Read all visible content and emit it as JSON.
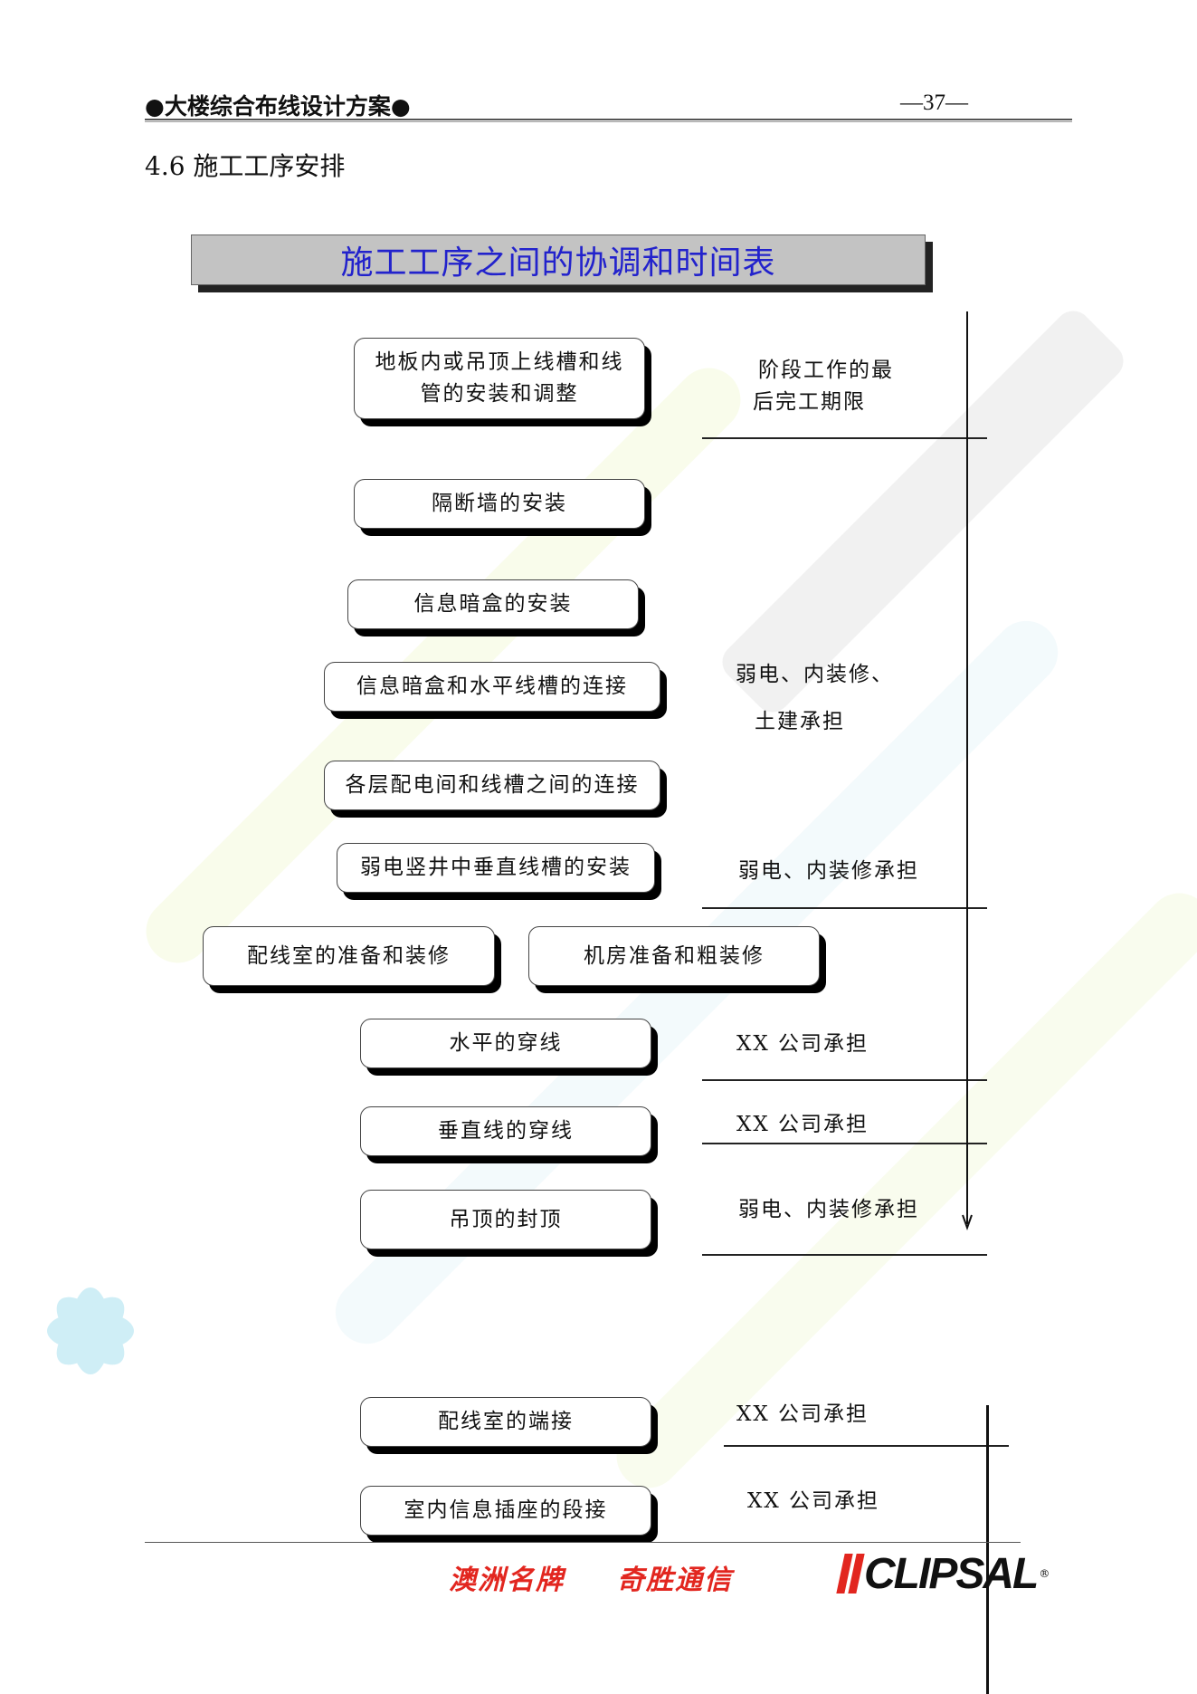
{
  "header": {
    "title": "●大楼综合布线设计方案●",
    "page_number": "—37—"
  },
  "section_heading": "4.6 施工工序安排",
  "banner_title": "施工工序之间的协调和时间表",
  "steps": [
    {
      "id": "step-1",
      "line1": "地板内或吊顶上线槽和线",
      "line2": "管的安装和调整"
    },
    {
      "id": "step-2",
      "line1": "隔断墙的安装"
    },
    {
      "id": "step-3",
      "line1": "信息暗盒的安装"
    },
    {
      "id": "step-4",
      "line1": "信息暗盒和水平线槽的连接"
    },
    {
      "id": "step-5",
      "line1": "各层配电间和线槽之间的连接"
    },
    {
      "id": "step-6",
      "line1": "弱电竖井中垂直线槽的安装"
    },
    {
      "id": "step-7a",
      "line1": "配线室的准备和装修"
    },
    {
      "id": "step-7b",
      "line1": "机房准备和粗装修"
    },
    {
      "id": "step-8",
      "line1": "水平的穿线"
    },
    {
      "id": "step-9",
      "line1": "垂直线的穿线"
    },
    {
      "id": "step-10",
      "line1": "吊顶的封顶"
    },
    {
      "id": "step-11",
      "line1": "配线室的端接"
    },
    {
      "id": "step-12",
      "line1": "室内信息插座的段接"
    }
  ],
  "labels": {
    "deadline_1": "阶段工作的最",
    "deadline_2": "后完工期限",
    "resp_a_1": "弱电、内装修、",
    "resp_a_2": "土建承担",
    "resp_b": "弱电、内装修承担",
    "resp_c": "XX 公司承担",
    "resp_d": "XX 公司承担",
    "resp_e": "弱电、内装修承担",
    "resp_f": "XX 公司承担",
    "resp_g": "XX 公司承担"
  },
  "footer": {
    "slogan_1": "澳洲名牌",
    "slogan_2": "奇胜通信",
    "logo_text": "CLIPSAL",
    "logo_reg": "®"
  },
  "colors": {
    "banner_text": "#2222cc",
    "banner_bg": "#c3c3c3",
    "footer_red": "#e2261f"
  }
}
